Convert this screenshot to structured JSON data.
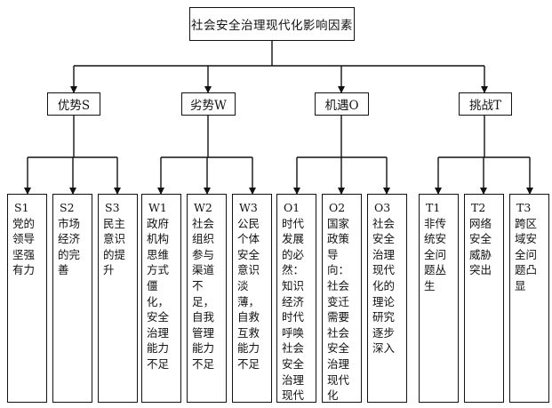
{
  "root": {
    "title": "社会安全治理现代化影响因素"
  },
  "categories": [
    {
      "label": "优势S"
    },
    {
      "label": "劣势W"
    },
    {
      "label": "机遇O"
    },
    {
      "label": "挑战T"
    }
  ],
  "factors": [
    {
      "code": "S1",
      "text": "党的领导坚强有力"
    },
    {
      "code": "S2",
      "text": "市场经济的完善"
    },
    {
      "code": "S3",
      "text": "民主意识的提升"
    },
    {
      "code": "W1",
      "text": "政府机构思维方式僵化，安全治理能力不足"
    },
    {
      "code": "W2",
      "text": "社会组织参与渠道不足，自我管理能力不足"
    },
    {
      "code": "W3",
      "text": "公民个体安全意识淡薄，自救互救能力不足"
    },
    {
      "code": "O1",
      "text": "时代发展的必然：知识经济时代呼唤社会安全治理现代化"
    },
    {
      "code": "O2",
      "text": "国家政策导向：社会变迁需要社会安全治理现代化"
    },
    {
      "code": "O3",
      "text": "社会安全治理现代化的理论研究逐步深入"
    },
    {
      "code": "T1",
      "text": "非传统安全问题丛生"
    },
    {
      "code": "T2",
      "text": "网络安全威胁突出"
    },
    {
      "code": "T3",
      "text": "跨区域安全问题凸显"
    }
  ]
}
